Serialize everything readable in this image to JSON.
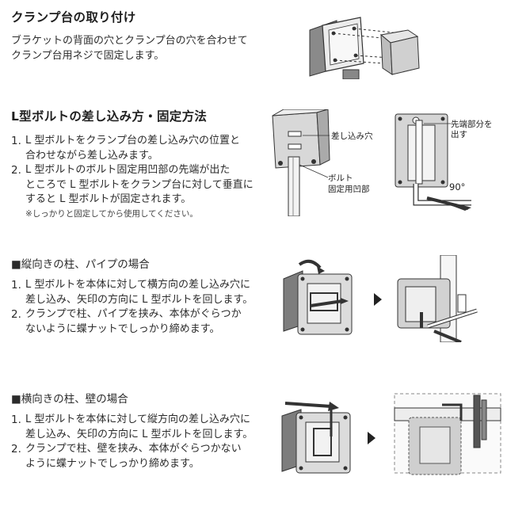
{
  "sections": [
    {
      "title": "クランプ台の取り付け",
      "body": [
        "ブラケットの背面の穴とクランプ台の穴を合わせて",
        "クランプ台用ネジで固定します。"
      ]
    },
    {
      "title": "L型ボルトの差し込み方・固定方法",
      "steps": [
        {
          "num": "1.",
          "lines": [
            "L 型ボルトをクランプ台の差し込み穴の位置と",
            "合わせながら差し込みます。"
          ]
        },
        {
          "num": "2.",
          "lines": [
            "L 型ボルトのボルト固定用凹部の先端が出た",
            "ところで L 型ボルトをクランプ台に対して垂直に",
            "すると L 型ボルトが固定されます。"
          ]
        }
      ],
      "note": "※しっかりと固定してから使用してください。",
      "labels": {
        "insert_hole": "差し込み穴",
        "bolt_recess_1": "ボルト",
        "bolt_recess_2": "固定用凹部",
        "tip_1": "先端部分を",
        "tip_2": "出す",
        "angle": "90°"
      }
    },
    {
      "title": "■縦向きの柱、パイプの場合",
      "steps": [
        {
          "num": "1.",
          "lines": [
            "L 型ボルトを本体に対して横方向の差し込み穴に",
            "差し込み、矢印の方向に L 型ボルトを回します。"
          ]
        },
        {
          "num": "2.",
          "lines": [
            "クランプで柱、パイプを挟み、本体がぐらつか",
            "ないように蝶ナットでしっかり締めます。"
          ]
        }
      ]
    },
    {
      "title": "■横向きの柱、壁の場合",
      "steps": [
        {
          "num": "1.",
          "lines": [
            "L 型ボルトを本体に対して縦方向の差し込み穴に",
            "差し込み、矢印の方向に L 型ボルトを回します。"
          ]
        },
        {
          "num": "2.",
          "lines": [
            "クランプで柱、壁を挟み、本体がぐらつかない",
            "ように蝶ナットでしっかり締めます。"
          ]
        }
      ]
    }
  ],
  "colors": {
    "line": "#333333",
    "fill_light": "#d9d9d9",
    "fill_mid": "#9a9a9a",
    "fill_dark": "#555555",
    "arrow": "#222222"
  }
}
